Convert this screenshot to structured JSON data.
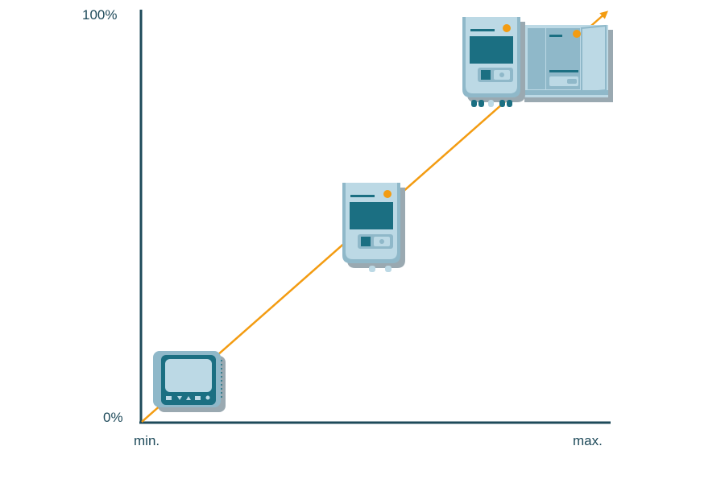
{
  "axes": {
    "y_max_label": "100%",
    "y_min_label": "0%",
    "x_min_label": "min.",
    "x_max_label": "max."
  },
  "colors": {
    "axis": "#1e4a5a",
    "trend_line": "#f39c12",
    "device_light": "#bcd9e5",
    "device_mid": "#8fb8c9",
    "device_dark": "#1b6f82",
    "device_shadow": "#9aa9b1",
    "accent_dot": "#f39c12"
  },
  "devices": [
    {
      "name": "small handheld display unit",
      "icon": "small-monitor-icon"
    },
    {
      "name": "medium wall-mounted controller",
      "icon": "medium-controller-icon"
    },
    {
      "name": "large controller with cabinet",
      "icon": "large-system-icon"
    }
  ]
}
